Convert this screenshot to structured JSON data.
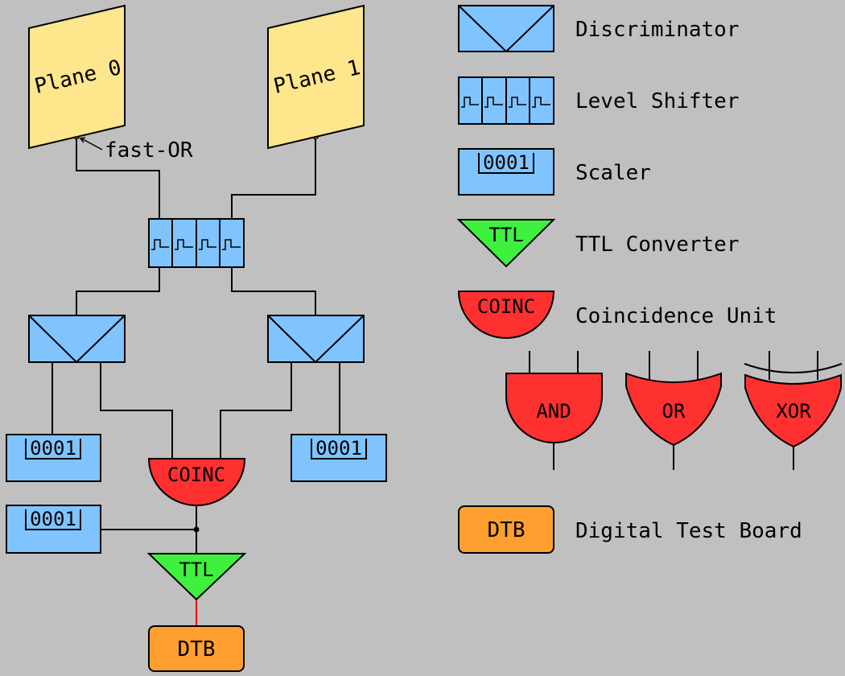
{
  "planes": [
    "Plane 0",
    "Plane 1"
  ],
  "fast_or_label": "fast-OR",
  "scaler_value": "0001",
  "coinc_label": "COINC",
  "ttl_label": "TTL",
  "dtb_label": "DTB",
  "gates": [
    "AND",
    "OR",
    "XOR"
  ],
  "legend": {
    "discriminator": "Discriminator",
    "level_shifter": "Level Shifter",
    "scaler": "Scaler",
    "ttl_converter": "TTL Converter",
    "coincidence_unit": "Coincidence Unit",
    "digital_test_board": "Digital Test Board"
  },
  "colors": {
    "plane": "#fde68c",
    "blue_box": "#80c4ff",
    "coinc": "#ff3030",
    "ttl": "#3ff03f",
    "dtb": "#ff9f30",
    "background": "#c0c0c0",
    "dtb_wire": "#ff0000"
  }
}
